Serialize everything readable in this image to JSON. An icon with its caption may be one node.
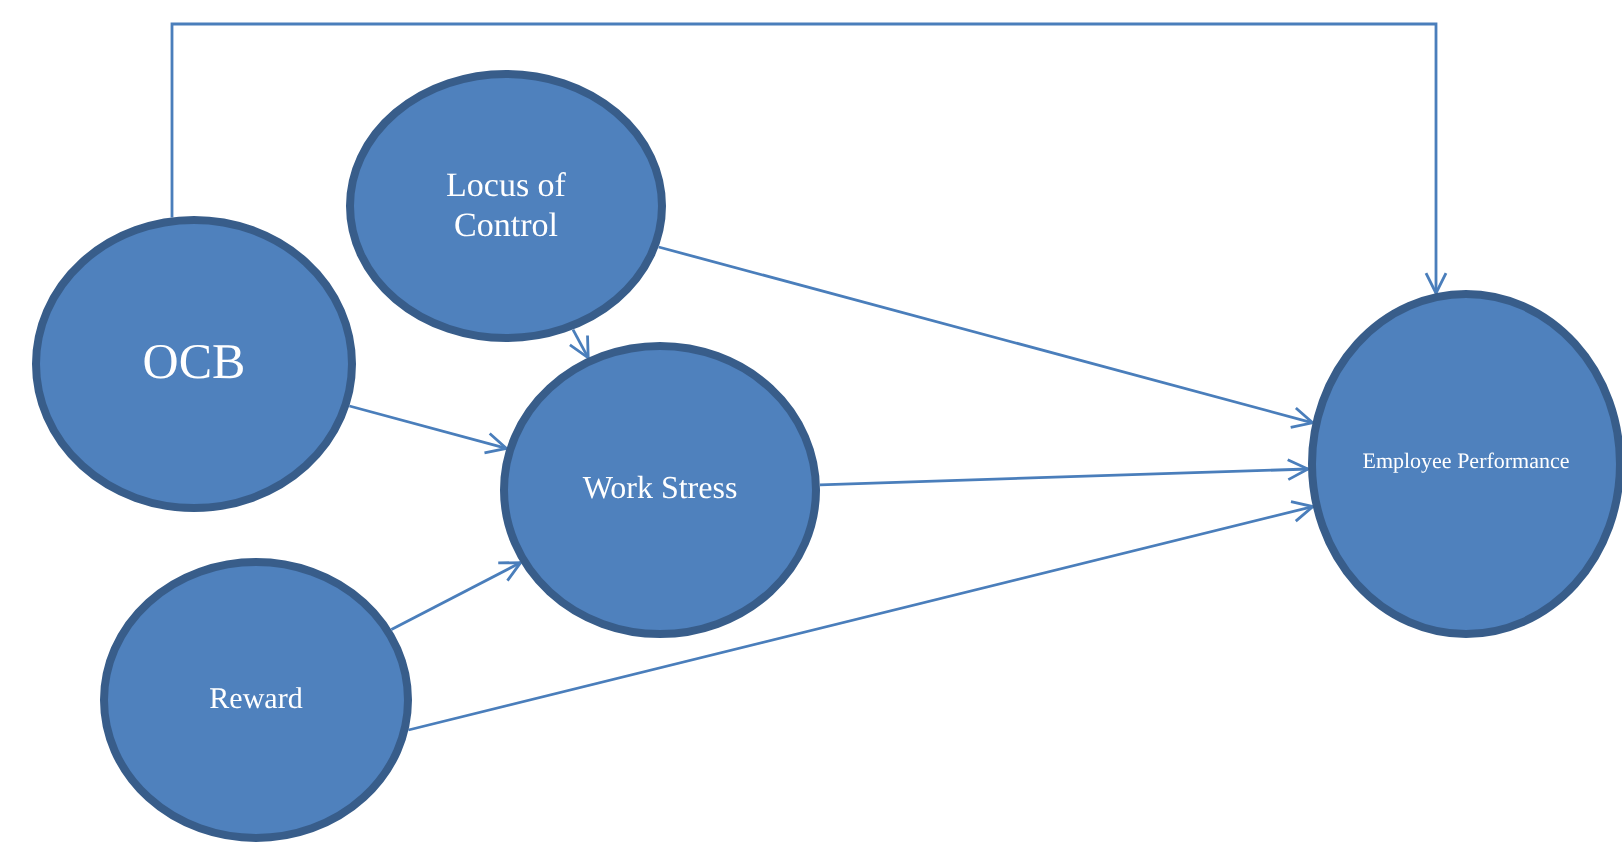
{
  "diagram": {
    "nodes": [
      {
        "text": [
          "OCB"
        ]
      },
      {
        "text": [
          "Locus of Control"
        ]
      },
      {
        "text": [
          "Work Stress"
        ]
      },
      {
        "text": [
          "Reward"
        ]
      },
      {
        "text": [
          "Employee Performance"
        ]
      }
    ],
    "edges": [
      {
        "from": 0,
        "to": 4,
        "arrow": "to"
      },
      {
        "from": 1,
        "to": 4,
        "arrow": "to"
      },
      {
        "from": 1,
        "to": 2,
        "arrow": "to"
      },
      {
        "from": 0,
        "to": 2,
        "arrow": "to"
      },
      {
        "from": 3,
        "to": 2,
        "arrow": "to"
      },
      {
        "from": 2,
        "to": 4,
        "arrow": "to"
      },
      {
        "from": 3,
        "to": 4,
        "arrow": "to"
      }
    ]
  }
}
